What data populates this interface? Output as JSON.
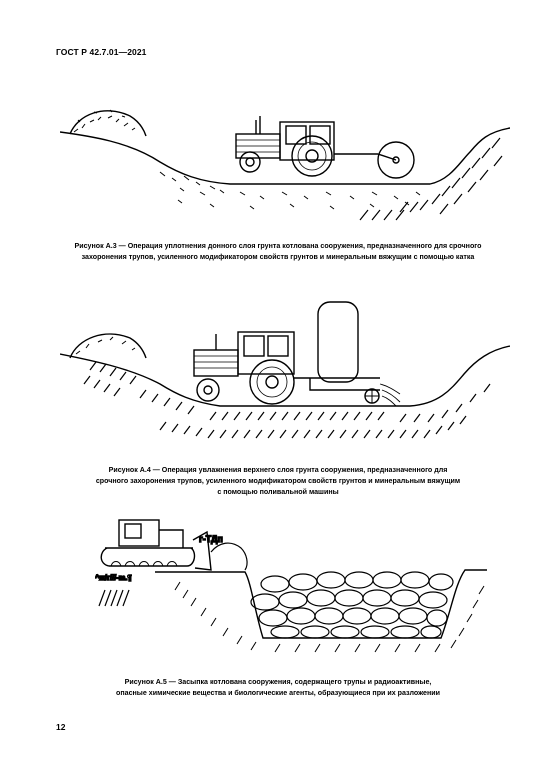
{
  "header": {
    "standard": "ГОСТ Р 42.7.01—2021"
  },
  "figures": [
    {
      "caption_lines": [
        "Рисунок А.3 — Операция уплотнения донного слоя грунта котлована сооружения, предназначенного для срочного",
        "захоронения трупов, усиленного модификатором свойств грунтов и минеральным вяжущим с помощью катка"
      ]
    },
    {
      "caption_lines": [
        "Рисунок А.4 — Операция увлажнения верхнего слоя грунта сооружения, предназначенного для",
        "срочного захоронения трупов, усиленного модификатором свойств грунтов и минеральным вяжущим",
        "с помощью поливальной машины"
      ]
    },
    {
      "labels": {
        "a": "г-ТДп",
        "b": "^ж/г///-m.¶"
      },
      "caption_lines": [
        "Рисунок А.5 — Засыпка котлована сооружения, содержащего трупы и радиоактивные,",
        "опасные химические вещества и биологические агенты, образующиеся при их разложении"
      ]
    }
  ],
  "page_number": "12"
}
